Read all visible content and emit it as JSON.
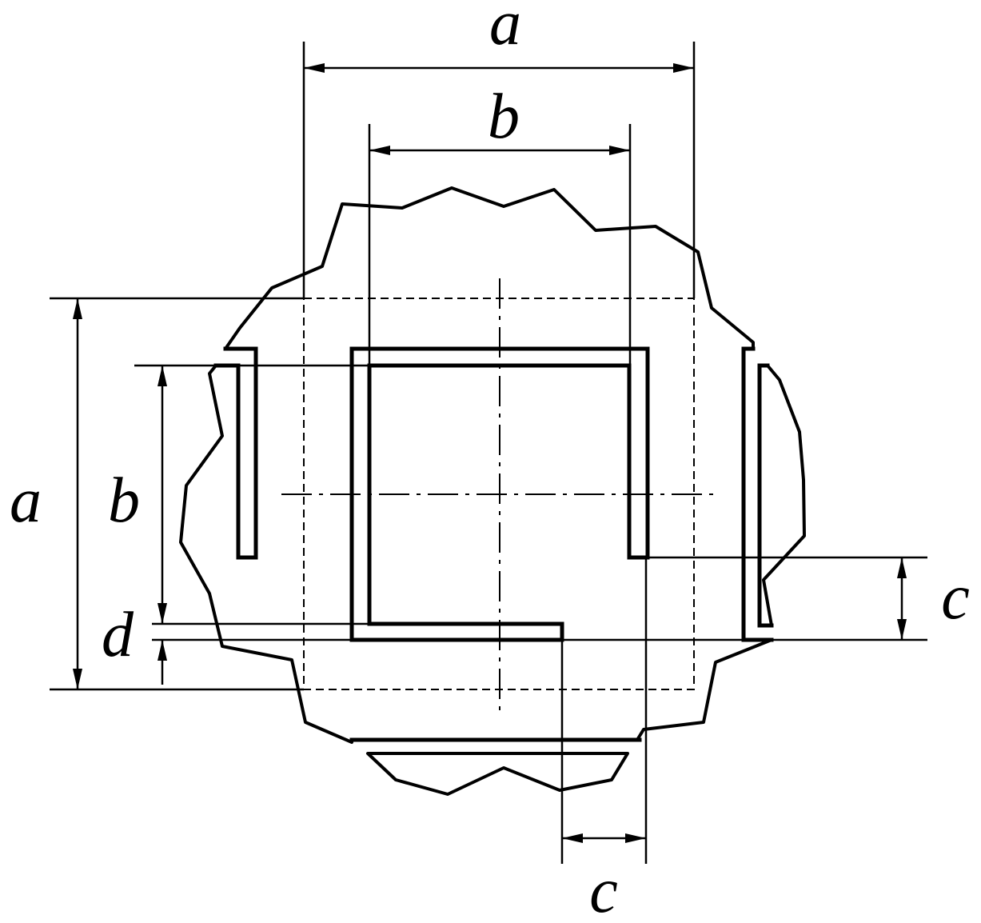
{
  "dimensions": {
    "top_outer": "a",
    "top_inner": "b",
    "left_outer": "a",
    "left_inner": "b",
    "left_gap": "d",
    "right_gap": "c",
    "bottom_gap": "c"
  }
}
